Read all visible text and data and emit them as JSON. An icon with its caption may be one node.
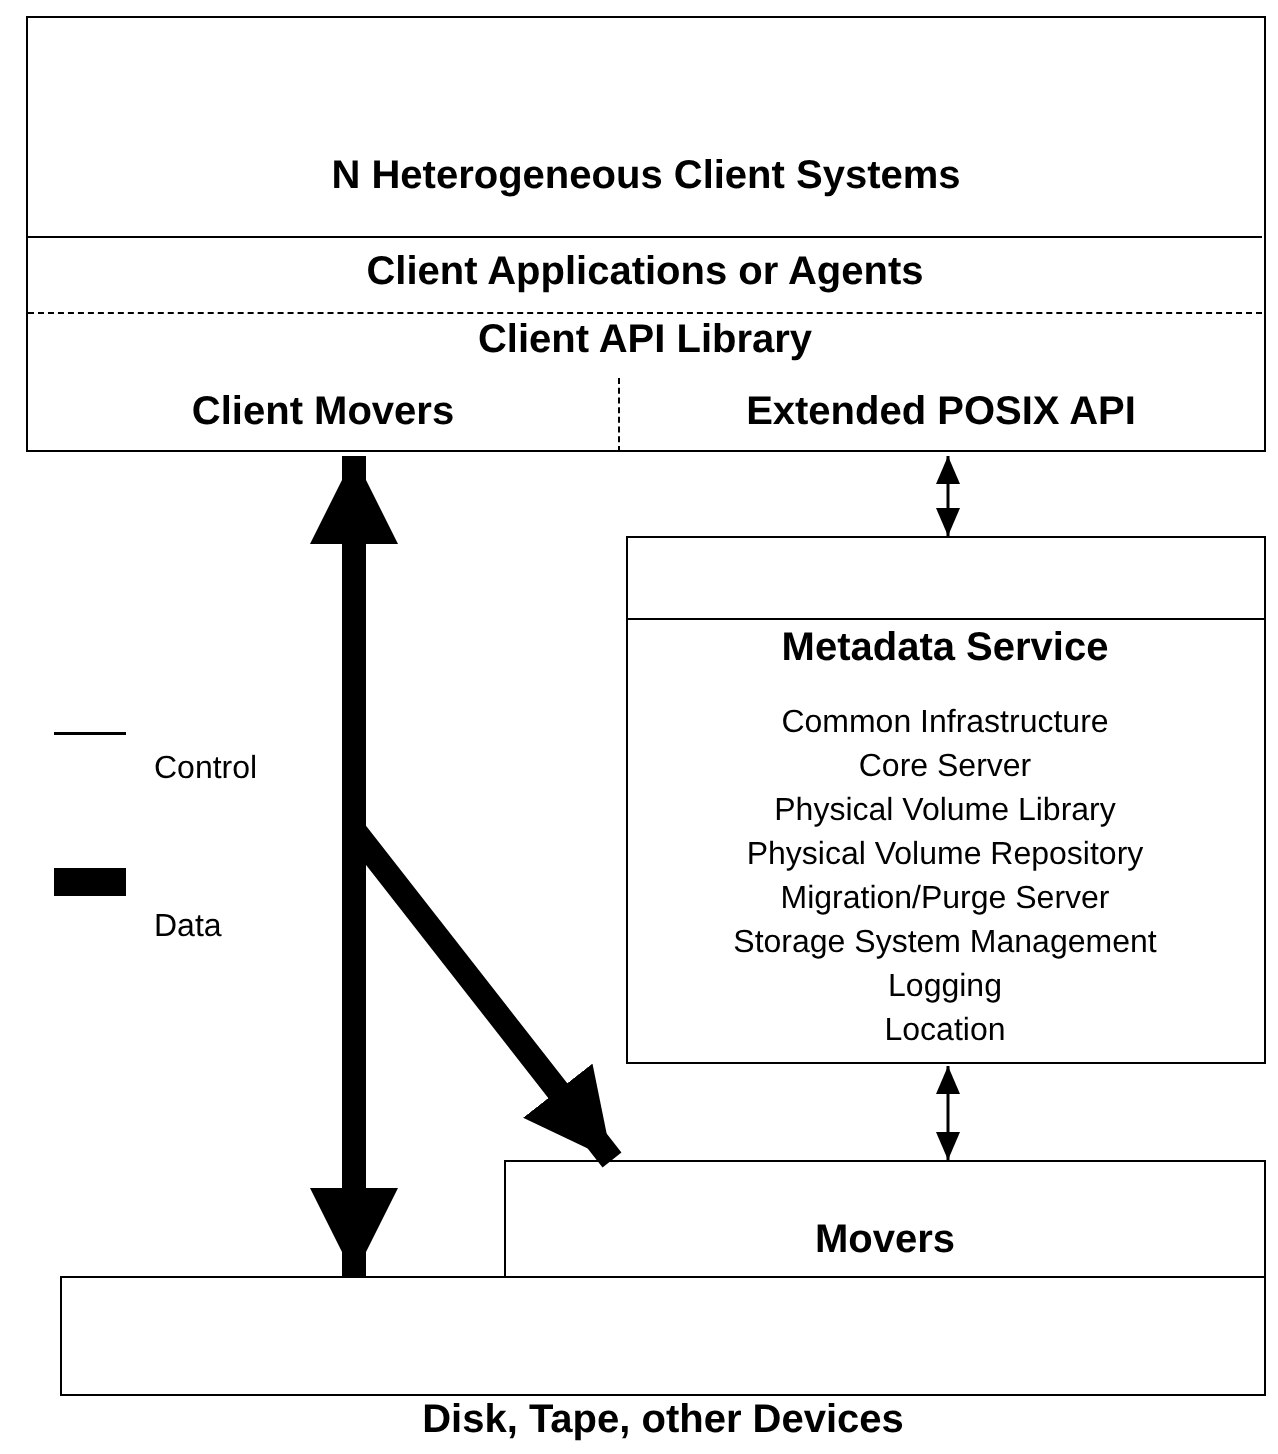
{
  "diagram": {
    "nodes": [
      {
        "text": [
          "N Heterogeneous Client Systems"
        ]
      },
      {
        "text": [
          "Client Applications or Agents"
        ],
        "in": 0
      },
      {
        "text": [
          "Client API Library"
        ],
        "in": 0
      },
      {
        "text": [
          "Client Movers"
        ],
        "in": 2
      },
      {
        "text": [
          "Extended POSIX API"
        ],
        "in": 2
      },
      {
        "text": [
          "Metadata Service",
          "Common Infrastructure",
          "Core Server",
          "Physical Volume Library",
          "Physical Volume Repository",
          "Migration/Purge Server",
          "Storage System Management",
          "Logging",
          "Location"
        ]
      },
      {
        "text": [
          "Movers"
        ]
      },
      {
        "text": [
          "Disk, Tape, other Devices"
        ]
      }
    ],
    "edges": [
      {
        "from": 4,
        "to": 5,
        "arrow": "both"
      },
      {
        "from": 5,
        "to": 6,
        "arrow": "both"
      },
      {
        "from": 3,
        "to": 7,
        "arrow": "both",
        "style": "thick"
      },
      {
        "from": 3,
        "to": 6,
        "arrow": "to",
        "style": "thick"
      }
    ],
    "legend": [
      {
        "text": "Control"
      },
      {
        "text": "Data"
      }
    ]
  }
}
